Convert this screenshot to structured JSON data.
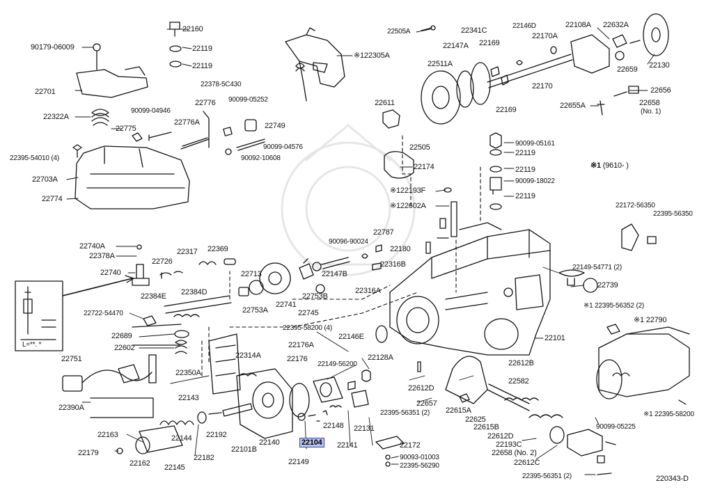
{
  "diagram_code": "220343-D",
  "selected_part": "22104",
  "series_note": {
    "mark": "※1",
    "text": "(9610-    )"
  },
  "labels": [
    {
      "id": "p22160",
      "text": "22160"
    },
    {
      "id": "p22119a",
      "text": "22119"
    },
    {
      "id": "p22119b",
      "text": "22119"
    },
    {
      "id": "p90179",
      "text": "90179-06009"
    },
    {
      "id": "p22701",
      "text": "22701"
    },
    {
      "id": "p22322a",
      "text": "22322A"
    },
    {
      "id": "p22775",
      "text": "22775"
    },
    {
      "id": "p22395_54010",
      "text": "22395-54010 (4)"
    },
    {
      "id": "p22703a",
      "text": "22703A"
    },
    {
      "id": "p22774",
      "text": "22774"
    },
    {
      "id": "p22378_5c430",
      "text": "22378-5C430"
    },
    {
      "id": "p90099_04946",
      "text": "90099-04946"
    },
    {
      "id": "p22776",
      "text": "22776"
    },
    {
      "id": "p90099_05252",
      "text": "90099-05252"
    },
    {
      "id": "p22776a",
      "text": "22776A"
    },
    {
      "id": "p22749",
      "text": "22749"
    },
    {
      "id": "p90099_04576",
      "text": "90099-04576"
    },
    {
      "id": "p90092_10608",
      "text": "90092-10608"
    },
    {
      "id": "p122305a",
      "text": "※122305A"
    },
    {
      "id": "p22505a",
      "text": "22505A"
    },
    {
      "id": "p22341c",
      "text": "22341C"
    },
    {
      "id": "p22146d",
      "text": "22146D"
    },
    {
      "id": "p22108a",
      "text": "22108A"
    },
    {
      "id": "p22632a",
      "text": "22632A"
    },
    {
      "id": "p22147a",
      "text": "22147A"
    },
    {
      "id": "p22169a",
      "text": "22169"
    },
    {
      "id": "p22170a",
      "text": "22170A"
    },
    {
      "id": "p22511a",
      "text": "22511A"
    },
    {
      "id": "p22659",
      "text": "22659"
    },
    {
      "id": "p22130",
      "text": "22130"
    },
    {
      "id": "p22170",
      "text": "22170"
    },
    {
      "id": "p22611",
      "text": "22611"
    },
    {
      "id": "p22169b",
      "text": "22169"
    },
    {
      "id": "p22656",
      "text": "22656"
    },
    {
      "id": "p22655a",
      "text": "22655A"
    },
    {
      "id": "p22658_1",
      "text": "22658"
    },
    {
      "id": "p22658_1n",
      "text": "(No. 1)"
    },
    {
      "id": "p22505",
      "text": "22505"
    },
    {
      "id": "p90099_05161",
      "text": "90099-05161"
    },
    {
      "id": "p22119c",
      "text": "22119"
    },
    {
      "id": "p22174",
      "text": "22174"
    },
    {
      "id": "p22119d",
      "text": "22119"
    },
    {
      "id": "p90099_18022",
      "text": "90099-18022"
    },
    {
      "id": "p122193f",
      "text": "※122193F"
    },
    {
      "id": "p22119e",
      "text": "22119"
    },
    {
      "id": "p122602a",
      "text": "※122602A"
    },
    {
      "id": "p22172_56350",
      "text": "22172-56350"
    },
    {
      "id": "p22395_56350",
      "text": "22395-56350"
    },
    {
      "id": "p22787",
      "text": "22787"
    },
    {
      "id": "p90096_90024",
      "text": "90096-90024"
    },
    {
      "id": "p22180",
      "text": "22180"
    },
    {
      "id": "p22316b",
      "text": "22316B"
    },
    {
      "id": "p22740a",
      "text": "22740A"
    },
    {
      "id": "p22378a",
      "text": "22378A"
    },
    {
      "id": "p22317",
      "text": "22317"
    },
    {
      "id": "p22369",
      "text": "22369"
    },
    {
      "id": "p22726",
      "text": "22726"
    },
    {
      "id": "p22740",
      "text": "22740"
    },
    {
      "id": "p22713",
      "text": "22713"
    },
    {
      "id": "p22147b",
      "text": "22147B"
    },
    {
      "id": "p22316a",
      "text": "22316A"
    },
    {
      "id": "p22149_54771",
      "text": "22149-54771 (2)"
    },
    {
      "id": "p22739",
      "text": "22739"
    },
    {
      "id": "p22384d",
      "text": "22384D"
    },
    {
      "id": "p22384e",
      "text": "22384E"
    },
    {
      "id": "p22753b",
      "text": "22753B"
    },
    {
      "id": "p22753a",
      "text": "22753A"
    },
    {
      "id": "p22741",
      "text": "22741"
    },
    {
      "id": "p22745",
      "text": "22745"
    },
    {
      "id": "p22722",
      "text": "22722-54470"
    },
    {
      "id": "p22395_56352",
      "text": "※1 22395-56352 (2)"
    },
    {
      "id": "p22790",
      "text": "※1 22790"
    },
    {
      "id": "p22395_58200_4",
      "text": "22395-58200 (4)"
    },
    {
      "id": "p22689",
      "text": "22689"
    },
    {
      "id": "p22146e",
      "text": "22146E"
    },
    {
      "id": "p22101",
      "text": "22101"
    },
    {
      "id": "p22602",
      "text": "22602"
    },
    {
      "id": "p22176a",
      "text": "22176A"
    },
    {
      "id": "p22751",
      "text": "22751"
    },
    {
      "id": "p22314a",
      "text": "22314A"
    },
    {
      "id": "p22176",
      "text": "22176"
    },
    {
      "id": "p22149_56200",
      "text": "22149-56200"
    },
    {
      "id": "p22128a",
      "text": "22128A"
    },
    {
      "id": "p22612b",
      "text": "22612B"
    },
    {
      "id": "p22350a",
      "text": "22350A"
    },
    {
      "id": "p22582",
      "text": "22582"
    },
    {
      "id": "p22612d_a",
      "text": "22612D"
    },
    {
      "id": "p22390a",
      "text": "22390A"
    },
    {
      "id": "p22657",
      "text": "22657"
    },
    {
      "id": "p22395_56351_a",
      "text": "22395-56351 (2)"
    },
    {
      "id": "p22143",
      "text": "22143"
    },
    {
      "id": "p22615a",
      "text": "22615A"
    },
    {
      "id": "p22395_58200",
      "text": "※1 22395-58200"
    },
    {
      "id": "p22625",
      "text": "22625"
    },
    {
      "id": "p22148",
      "text": "22148"
    },
    {
      "id": "p22131",
      "text": "22131"
    },
    {
      "id": "p22615b",
      "text": "22615B"
    },
    {
      "id": "p90099_05225",
      "text": "90099-05225"
    },
    {
      "id": "p22163",
      "text": "22163"
    },
    {
      "id": "p22144",
      "text": "22144"
    },
    {
      "id": "p22192",
      "text": "22192"
    },
    {
      "id": "p22101b",
      "text": "22101B"
    },
    {
      "id": "p22140",
      "text": "22140"
    },
    {
      "id": "p22104",
      "text": "22104"
    },
    {
      "id": "p22141",
      "text": "22141"
    },
    {
      "id": "p22172",
      "text": "22172"
    },
    {
      "id": "p22612d_b",
      "text": "22612D"
    },
    {
      "id": "p22193c",
      "text": "22193C"
    },
    {
      "id": "p22658_2",
      "text": "22658 (No. 2)"
    },
    {
      "id": "p22179",
      "text": "22179"
    },
    {
      "id": "p22162",
      "text": "22162"
    },
    {
      "id": "p22182",
      "text": "22182"
    },
    {
      "id": "p22149",
      "text": "22149"
    },
    {
      "id": "p90093_01003",
      "text": "90093-01003"
    },
    {
      "id": "p22395_56290",
      "text": "22395-56290"
    },
    {
      "id": "p22612c",
      "text": "22612C"
    },
    {
      "id": "p22145",
      "text": "22145"
    },
    {
      "id": "p22395_56351_b",
      "text": "22395-56351 (2)"
    },
    {
      "id": "p_lmark",
      "text": "L=**. *"
    }
  ]
}
